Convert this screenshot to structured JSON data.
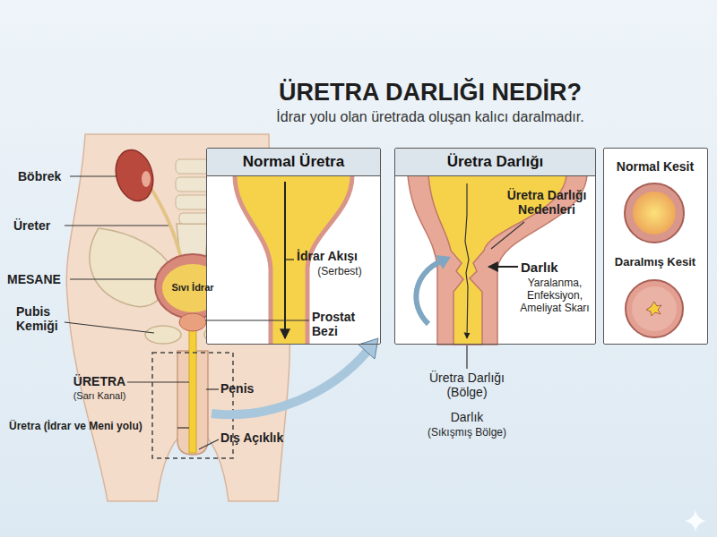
{
  "diagram": {
    "title": "ÜRETRA DARLIĞI NEDİR?",
    "nodes": [
      {
        "text": [
          "Normal Üretra",
          "İdrar Akışı",
          "(Serbest)"
        ]
      },
      {
        "text": [
          "Üretra Darlığı",
          "Üretra Darlığı Nedenleri",
          "Darlık",
          "Yaralanma, Enfeksiyon, Ameliyat Skarı"
        ]
      },
      {
        "text": [
          "Normal Kesit",
          "Daralmış Kesit"
        ]
      }
    ],
    "labels": [
      "İdrar yolu olan üretrada oluşan kalıcı daralmadır.",
      "Böbrek",
      "Üreter",
      "MESANE",
      "Sıvı İdrar",
      "Pubis Kemiği",
      "ÜRETRA",
      "(Sarı Kanal)",
      "Üretra (İdrar ve Meni yolu)",
      "Penis",
      "Dış Açıklık",
      "Prostat Bezi",
      "Üretra Darlığı (Bölge)",
      "Darlık",
      "(Sıkışmış Bölge)"
    ]
  }
}
